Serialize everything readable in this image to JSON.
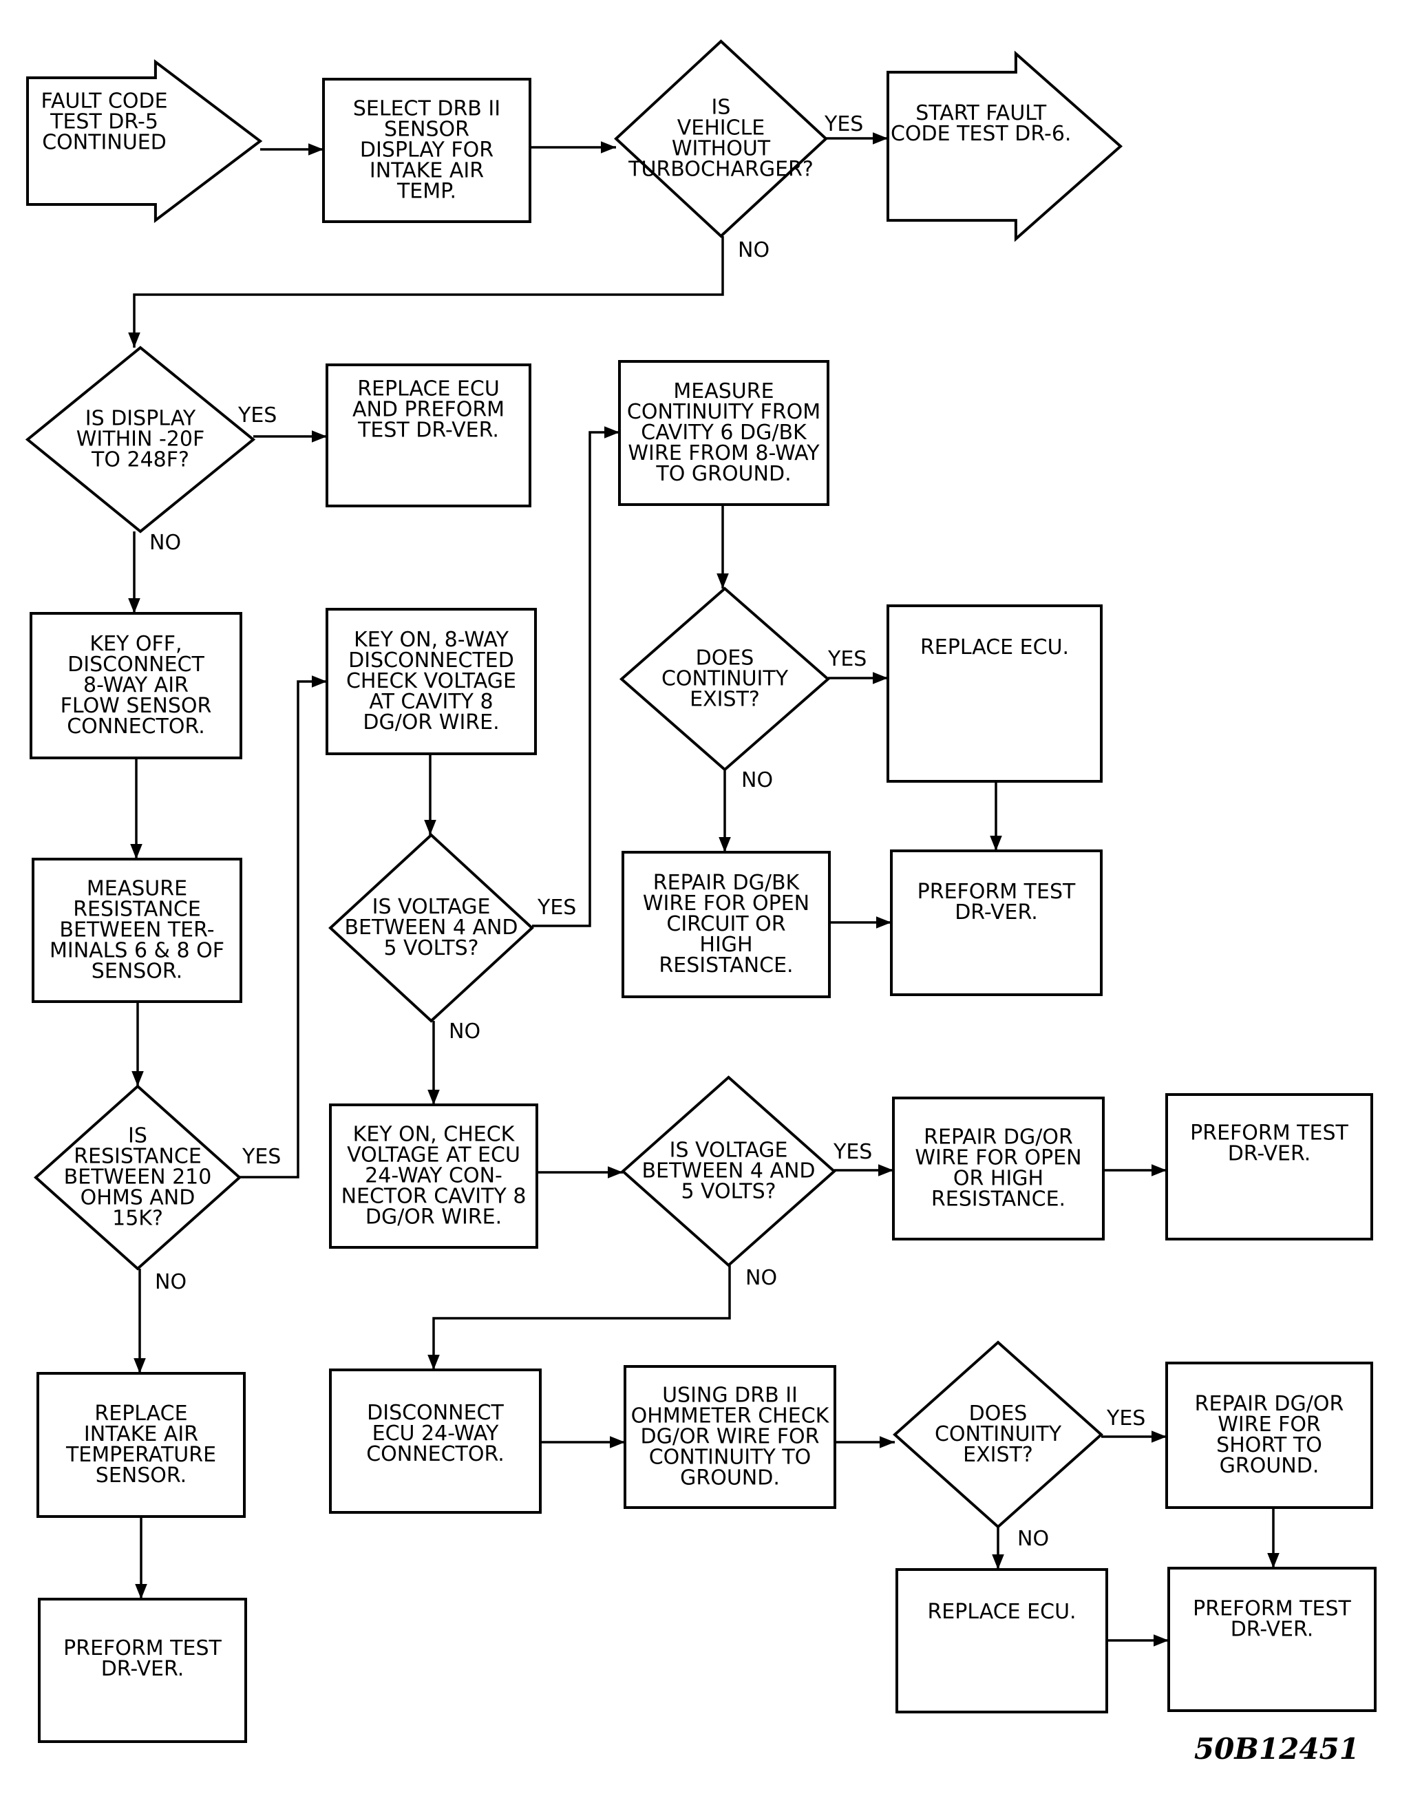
{
  "nodes": [
    {
      "id": "start",
      "kind": "arrow",
      "lines": [
        "FAULT CODE",
        "TEST DR-5",
        "CONTINUED"
      ]
    },
    {
      "id": "select_drb",
      "kind": "box",
      "lines": [
        "SELECT DRB II",
        "SENSOR",
        "DISPLAY FOR",
        "INTAKE AIR",
        "TEMP."
      ]
    },
    {
      "id": "q_turbo",
      "kind": "decision",
      "lines": [
        "IS",
        "VEHICLE",
        "WITHOUT",
        "TURBOCHARGER?"
      ]
    },
    {
      "id": "start_dr6",
      "kind": "arrow",
      "lines": [
        "START FAULT",
        "CODE TEST DR-6."
      ]
    },
    {
      "id": "q_display",
      "kind": "decision",
      "lines": [
        "IS DISPLAY",
        "WITHIN -20F",
        "TO 248F?"
      ]
    },
    {
      "id": "replace_ecu_1",
      "kind": "box",
      "lines": [
        "REPLACE ECU",
        "AND PREFORM",
        "TEST DR-VER."
      ]
    },
    {
      "id": "key_off",
      "kind": "box",
      "lines": [
        "KEY OFF,",
        "DISCONNECT",
        "8-WAY AIR",
        "FLOW SENSOR",
        "CONNECTOR."
      ]
    },
    {
      "id": "measure_res",
      "kind": "box",
      "lines": [
        "MEASURE",
        "RESISTANCE",
        "BETWEEN TER-",
        "MINALS 6 & 8 OF",
        "SENSOR."
      ]
    },
    {
      "id": "q_res",
      "kind": "decision",
      "lines": [
        "IS",
        "RESISTANCE",
        "BETWEEN 210",
        "OHMS AND",
        "15K?"
      ]
    },
    {
      "id": "replace_iat",
      "kind": "box",
      "lines": [
        "REPLACE",
        "INTAKE AIR",
        "TEMPERATURE",
        "SENSOR."
      ]
    },
    {
      "id": "preform_1",
      "kind": "box",
      "lines": [
        "PREFORM TEST",
        "DR-VER."
      ]
    },
    {
      "id": "key_on_8way",
      "kind": "box",
      "lines": [
        "KEY ON, 8-WAY",
        "DISCONNECTED",
        "CHECK VOLTAGE",
        "AT CAVITY 8",
        "DG/OR WIRE."
      ]
    },
    {
      "id": "q_volt_1",
      "kind": "decision",
      "lines": [
        "IS VOLTAGE",
        "BETWEEN 4 AND",
        "5 VOLTS?"
      ]
    },
    {
      "id": "key_on_ecu",
      "kind": "box",
      "lines": [
        "KEY ON, CHECK",
        "VOLTAGE AT ECU",
        "24-WAY CON-",
        "NECTOR CAVITY 8",
        "DG/OR WIRE."
      ]
    },
    {
      "id": "measure_cont",
      "kind": "box",
      "lines": [
        "MEASURE",
        "CONTINUITY FROM",
        "CAVITY 6 DG/BK",
        "WIRE FROM 8-WAY",
        "TO GROUND."
      ]
    },
    {
      "id": "q_cont_1",
      "kind": "decision",
      "lines": [
        "DOES",
        "CONTINUITY",
        "EXIST?"
      ]
    },
    {
      "id": "replace_ecu_2",
      "kind": "box",
      "lines": [
        "REPLACE ECU."
      ]
    },
    {
      "id": "repair_dgbk",
      "kind": "box",
      "lines": [
        "REPAIR DG/BK",
        "WIRE FOR OPEN",
        "CIRCUIT OR",
        "HIGH",
        "RESISTANCE."
      ]
    },
    {
      "id": "preform_2",
      "kind": "box",
      "lines": [
        "PREFORM TEST",
        "DR-VER."
      ]
    },
    {
      "id": "q_volt_2",
      "kind": "decision",
      "lines": [
        "IS VOLTAGE",
        "BETWEEN 4 AND",
        "5 VOLTS?"
      ]
    },
    {
      "id": "repair_dgor_open",
      "kind": "box",
      "lines": [
        "REPAIR DG/OR",
        "WIRE FOR OPEN",
        "OR HIGH",
        "RESISTANCE."
      ]
    },
    {
      "id": "preform_3",
      "kind": "box",
      "lines": [
        "PREFORM TEST",
        "DR-VER."
      ]
    },
    {
      "id": "disconnect_ecu",
      "kind": "box",
      "lines": [
        "DISCONNECT",
        "ECU 24-WAY",
        "CONNECTOR."
      ]
    },
    {
      "id": "using_drb",
      "kind": "box",
      "lines": [
        "USING DRB II",
        "OHMMETER CHECK",
        "DG/OR WIRE FOR",
        "CONTINUITY TO",
        "GROUND."
      ]
    },
    {
      "id": "q_cont_2",
      "kind": "decision",
      "lines": [
        "DOES",
        "CONTINUITY",
        "EXIST?"
      ]
    },
    {
      "id": "repair_dgor_short",
      "kind": "box",
      "lines": [
        "REPAIR DG/OR",
        "WIRE FOR",
        "SHORT TO",
        "GROUND."
      ]
    },
    {
      "id": "replace_ecu_3",
      "kind": "box",
      "lines": [
        "REPLACE ECU."
      ]
    },
    {
      "id": "preform_4",
      "kind": "box",
      "lines": [
        "PREFORM TEST",
        "DR-VER."
      ]
    }
  ],
  "branch_labels": {
    "yes": "YES",
    "no": "NO"
  },
  "figure_id": "50B12451"
}
